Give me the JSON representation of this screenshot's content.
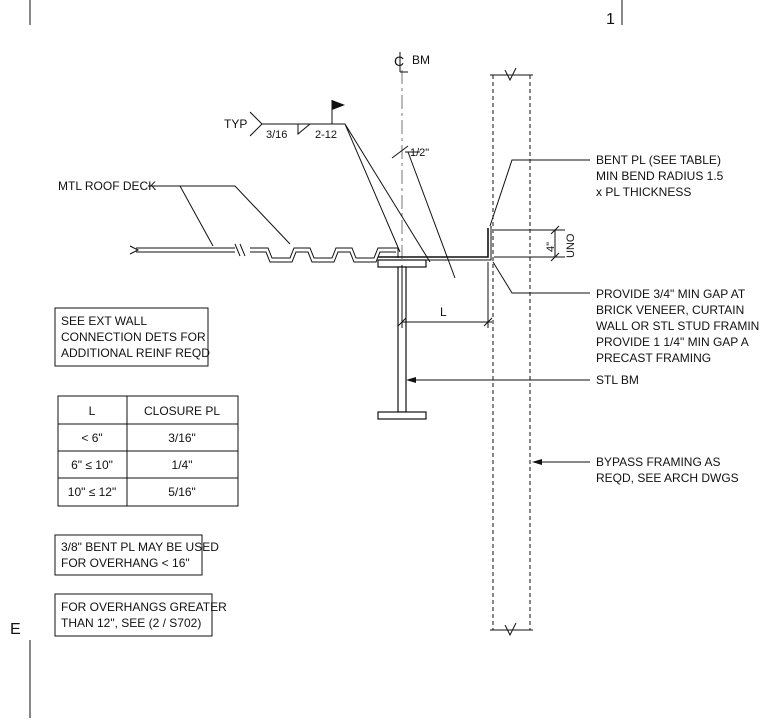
{
  "sheet": {
    "detail_number": "1",
    "grid_letter": "E"
  },
  "labels": {
    "centerline": "BM",
    "typ": "TYP",
    "weld_size": "3/16",
    "weld_spacing": "2-12",
    "half_inch": "1/2\"",
    "mtl_roof_deck": "MTL ROOF DECK",
    "bent_pl": [
      "BENT PL (SEE TABLE)",
      "MIN BEND RADIUS 1.5",
      "x PL THICKNESS"
    ],
    "dim_4": "4\"",
    "uno": "UNO",
    "dim_l": "L",
    "gap_note": [
      "PROVIDE 3/4\" MIN GAP AT",
      "BRICK VENEER, CURTAIN",
      "WALL OR STL STUD FRAMING.",
      "PROVIDE 1 1/4\" MIN GAP A",
      "PRECAST FRAMING"
    ],
    "stl_bm": "STL BM",
    "bypass": [
      "BYPASS FRAMING AS",
      "REQD, SEE ARCH DWGS"
    ]
  },
  "notes": {
    "ext_wall": [
      "SEE EXT WALL",
      "CONNECTION DETS FOR",
      "ADDITIONAL REINF REQD"
    ],
    "bent_pl_note": [
      "3/8\" BENT PL MAY BE USED",
      "FOR OVERHANG < 16\""
    ],
    "overhang_note": [
      "FOR OVERHANGS GREATER",
      "THAN 12\", SEE (2 / S702)"
    ]
  },
  "table": {
    "headers": [
      "L",
      "CLOSURE PL"
    ],
    "rows": [
      [
        "< 6\"",
        "3/16\""
      ],
      [
        "6\" ≤ 10\"",
        "1/4\""
      ],
      [
        "10\" ≤ 12\"",
        "5/16\""
      ]
    ]
  }
}
